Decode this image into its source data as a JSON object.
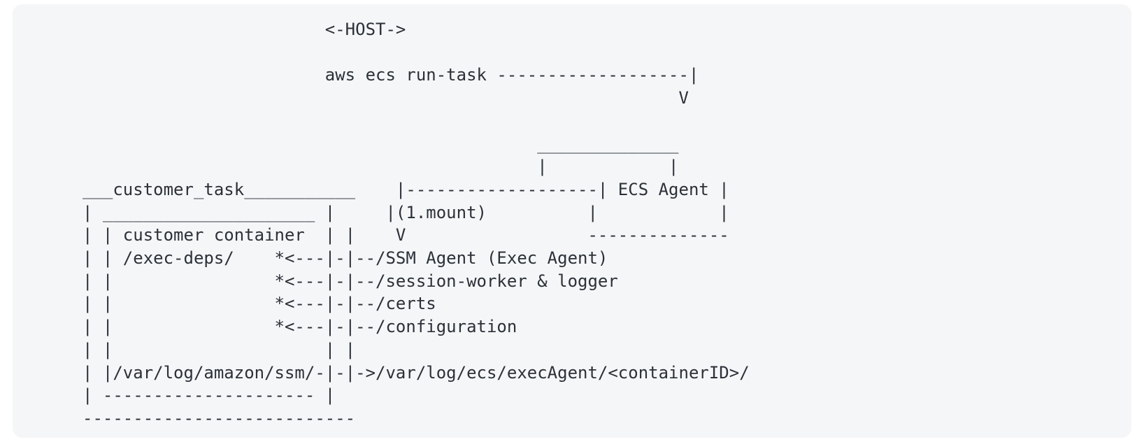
{
  "diagram": {
    "title": "ECS Exec mount and logging paths (ASCII art)",
    "background_color": "#f5f6f8",
    "text_color": "#2b3138",
    "labels": {
      "host": "<-HOST->",
      "run_task_command": "aws ecs run-task",
      "ecs_agent_box": "ECS Agent",
      "customer_task_box": "customer_task",
      "customer_container_box": "customer container",
      "mount_step": "(1.mount)",
      "exec_deps_path": "/exec-deps/",
      "ssm_agent": "/SSM Agent (Exec Agent)",
      "session_worker": "/session-worker & logger",
      "certs": "/certs",
      "configuration": "/configuration",
      "ssm_log_path": "/var/log/amazon/ssm/",
      "exec_agent_log_path": "/var/log/ecs/execAgent/<containerID>/"
    },
    "art": "                        <-HOST->\n\n                        aws ecs run-task -------------------|\n                                                           V\n\n                                             ______________\n                                             |            |\n___customer_task___________    |-------------------| ECS Agent |\n| _____________________ |     |(1.mount)          |            |\n| | customer container  | |    V                  --------------\n| | /exec-deps/    *<---|-|--/SSM Agent (Exec Agent)\n| |                *<---|-|--/session-worker & logger\n| |                *<---|-|--/certs\n| |                *<---|-|--/configuration\n| |                     | |\n| |/var/log/amazon/ssm/-|-|->/var/log/ecs/execAgent/<containerID>/\n| --------------------- |\n---------------------------"
  },
  "lines": [
    {
      "id": "line-host",
      "text": "                        <-HOST->"
    },
    {
      "id": "line-blank-1",
      "text": ""
    },
    {
      "id": "line-run-task",
      "text": "                        aws ecs run-task -------------------|"
    },
    {
      "id": "line-arrow-down",
      "text": "                                                           V"
    },
    {
      "id": "line-blank-2",
      "text": ""
    },
    {
      "id": "line-agent-top",
      "text": "                                                 ______________"
    },
    {
      "id": "line-agent-side-top",
      "text": "                                                 |            |"
    },
    {
      "id": "line-task-top",
      "text": "___customer_task___________    |-------------------| ECS Agent |"
    },
    {
      "id": "line-container-top",
      "text": "| _____________________ |     |(1.mount)          |            |"
    },
    {
      "id": "line-container-label",
      "text": "| | customer container  | |    V                  -------------"
    },
    {
      "id": "line-exec-deps",
      "text": "| | /exec-deps/    *<---|-|--/SSM Agent (Exec Agent)"
    },
    {
      "id": "line-session-worker",
      "text": "| |                *<---|-|--/session-worker & logger"
    },
    {
      "id": "line-certs",
      "text": "| |                *<---|-|--/certs"
    },
    {
      "id": "line-configuration",
      "text": "| |                *<---|-|--/configuration"
    },
    {
      "id": "line-pipes-only",
      "text": "| |                     | |"
    },
    {
      "id": "line-log-path",
      "text": "| |/var/log/amazon/ssm/-|-|->/var/log/ecs/execAgent/<containerID>/"
    },
    {
      "id": "line-container-bottom",
      "text": "| --------------------- |"
    },
    {
      "id": "line-task-bottom",
      "text": "---------------------------"
    }
  ]
}
